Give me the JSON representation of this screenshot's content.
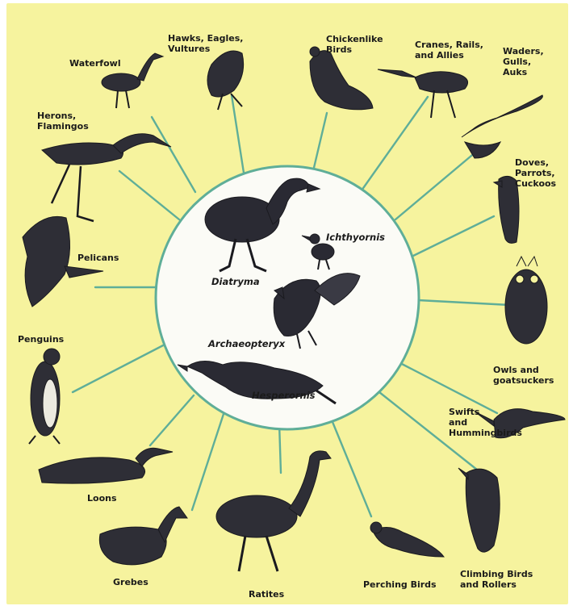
{
  "center_group": {
    "labels": [
      "Ichthyornis",
      "Diatryma",
      "Archaeopteryx",
      "Hesperornis"
    ]
  },
  "groups": [
    {
      "id": "waterfowl",
      "label": "Waterfowl"
    },
    {
      "id": "hawks",
      "label": "Hawks, Eagles,\nVultures"
    },
    {
      "id": "chickenlike",
      "label": "Chickenlike\nBirds"
    },
    {
      "id": "cranes",
      "label": "Cranes, Rails,\nand Allies"
    },
    {
      "id": "waders",
      "label": "Waders,\nGulls,\nAuks"
    },
    {
      "id": "herons",
      "label": "Herons,\nFlamingos"
    },
    {
      "id": "doves",
      "label": "Doves,\nParrots,\nCuckoos"
    },
    {
      "id": "pelicans",
      "label": "Pelicans"
    },
    {
      "id": "penguins",
      "label": "Penguins"
    },
    {
      "id": "owls",
      "label": "Owls and\ngoatsuckers"
    },
    {
      "id": "swifts",
      "label": "Swifts\nand\nHummingbirds"
    },
    {
      "id": "loons",
      "label": "Loons"
    },
    {
      "id": "grebes",
      "label": "Grebes"
    },
    {
      "id": "ratites",
      "label": "Ratites"
    },
    {
      "id": "perching",
      "label": "Perching Birds"
    },
    {
      "id": "climbing",
      "label": "Climbing Birds\nand Rollers"
    }
  ],
  "colors": {
    "background": "#f6f39e",
    "connector": "#5fae98",
    "circle_fill": "#fbfbf6",
    "circle_stroke": "#5fae98",
    "ink": "#1f1f22"
  },
  "icons": [
    "bird-silhouette-icon"
  ]
}
